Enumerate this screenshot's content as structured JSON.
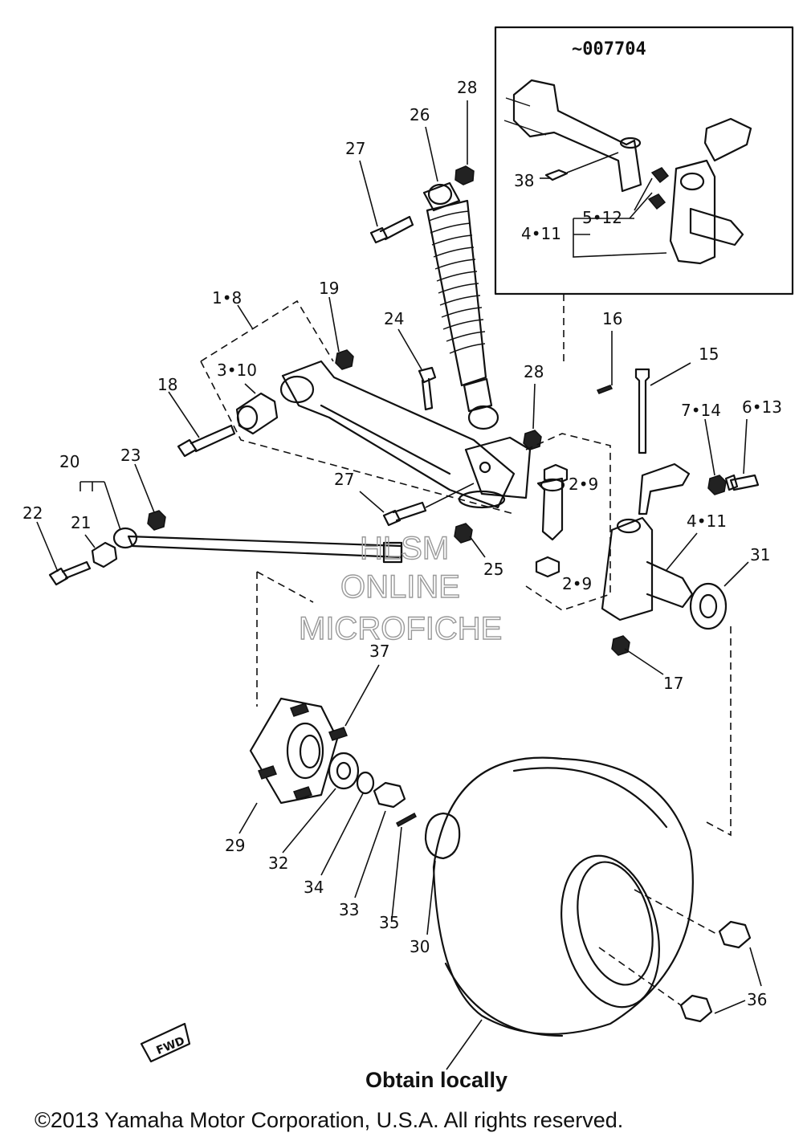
{
  "inset": {
    "code": "~007704"
  },
  "callouts": {
    "c1_8": "1•8",
    "c2_9a": "2•9",
    "c2_9b": "2•9",
    "c3_10": "3•10",
    "c4_11a": "4•11",
    "c4_11b": "4•11",
    "c5_12": "5•12",
    "c6_13": "6•13",
    "c7_14": "7•14",
    "c15": "15",
    "c16": "16",
    "c17": "17",
    "c18": "18",
    "c19": "19",
    "c20": "20",
    "c21": "21",
    "c22": "22",
    "c23": "23",
    "c24": "24",
    "c25": "25",
    "c26": "26",
    "c27a": "27",
    "c27b": "27",
    "c28a": "28",
    "c28b": "28",
    "c29": "29",
    "c30": "30",
    "c31": "31",
    "c32": "32",
    "c33": "33",
    "c34": "34",
    "c35": "35",
    "c36": "36",
    "c37": "37",
    "c38": "38"
  },
  "watermark": {
    "line1": "HLSM",
    "line2": "ONLINE",
    "line3": "MICROFICHE"
  },
  "fwd_tag": "FWD",
  "note": "Obtain locally",
  "copyright": "©2013 Yamaha Motor Corporation, U.S.A. All rights reserved."
}
